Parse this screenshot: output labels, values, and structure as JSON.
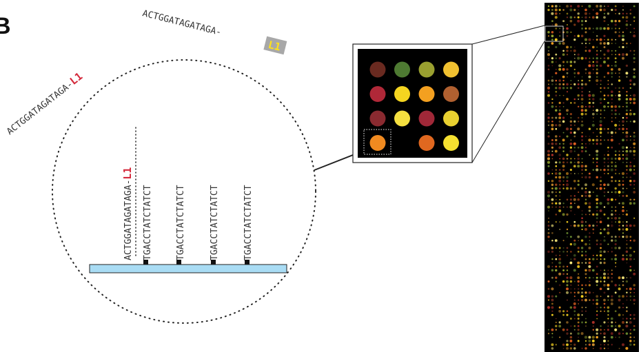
{
  "panel_label": "B",
  "probe": {
    "sequence": "ACTGGATAGATAGA",
    "dash": "-",
    "label": "L1"
  },
  "capture_probe": {
    "sequence": "TGACCTATCTATCT"
  },
  "colors": {
    "label_red": "#d42a3c",
    "label_yellow": "#ffe21a",
    "label_bg_gray": "#a8a8a8",
    "slide_fill": "#a9dcf4",
    "slide_stroke": "#222222",
    "array_bg": "#000000"
  },
  "zoom_spots": [
    {
      "row": 1,
      "col": 1,
      "color": "#6a2a20"
    },
    {
      "row": 1,
      "col": 2,
      "color": "#4e7a32"
    },
    {
      "row": 1,
      "col": 3,
      "color": "#9aa030"
    },
    {
      "row": 1,
      "col": 4,
      "color": "#f0c030"
    },
    {
      "row": 2,
      "col": 1,
      "color": "#b02838"
    },
    {
      "row": 2,
      "col": 2,
      "color": "#f5d520"
    },
    {
      "row": 2,
      "col": 3,
      "color": "#f3a020"
    },
    {
      "row": 2,
      "col": 4,
      "color": "#b06030"
    },
    {
      "row": 3,
      "col": 1,
      "color": "#8a2a30"
    },
    {
      "row": 3,
      "col": 2,
      "color": "#f5e040"
    },
    {
      "row": 3,
      "col": 3,
      "color": "#a02838"
    },
    {
      "row": 3,
      "col": 4,
      "color": "#e8d030"
    },
    {
      "row": 4,
      "col": 1,
      "color": "#f08a20"
    },
    {
      "row": 4,
      "col": 2,
      "color": "#000000"
    },
    {
      "row": 4,
      "col": 3,
      "color": "#e06820"
    },
    {
      "row": 4,
      "col": 4,
      "color": "#f5e030"
    }
  ]
}
